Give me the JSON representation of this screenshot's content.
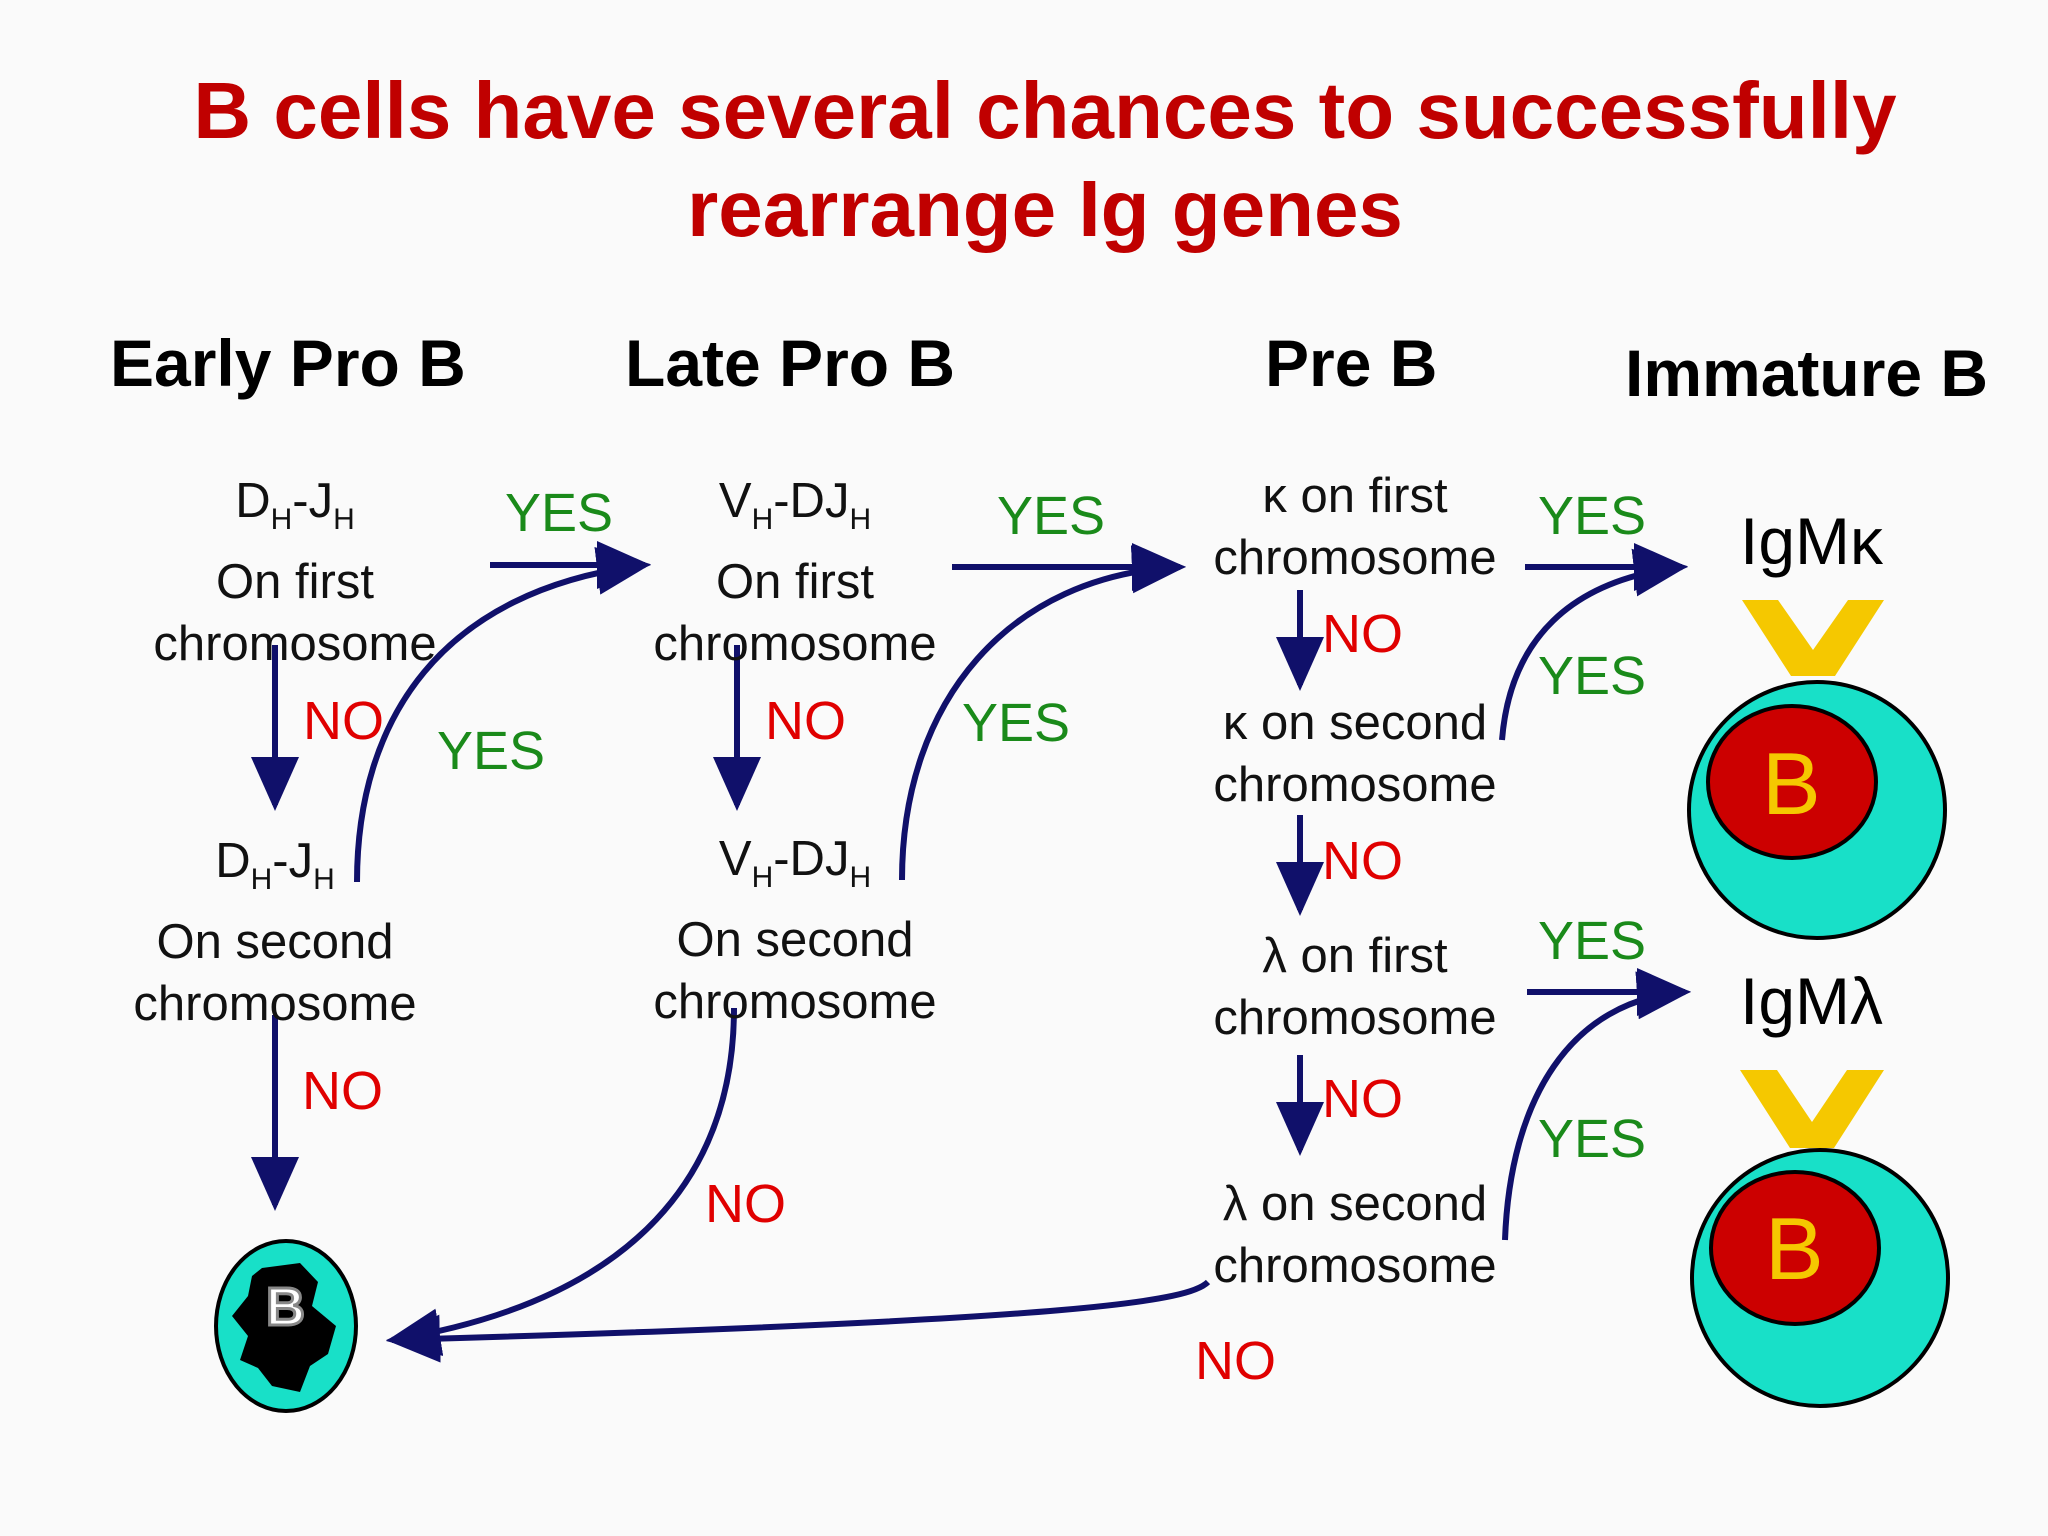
{
  "title": {
    "line1": "B cells have several chances to successfully",
    "line2": "rearrange Ig genes"
  },
  "stages": {
    "early_pro_b": "Early Pro B",
    "late_pro_b": "Late Pro B",
    "pre_b": "Pre B",
    "immature_b": "Immature B"
  },
  "nodes": {
    "dh_jh_first": {
      "d": "D",
      "h1": "H",
      "dash": "-J",
      "h2": "H",
      "line2": "On first",
      "line3": "chromosome"
    },
    "dh_jh_second": {
      "d": "D",
      "h1": "H",
      "dash": "-J",
      "h2": "H",
      "line2": "On second",
      "line3": "chromosome"
    },
    "vh_djh_first": {
      "v": "V",
      "h1": "H",
      "dash": "-DJ",
      "h2": "H",
      "line2": "On first",
      "line3": "chromosome"
    },
    "vh_djh_second": {
      "v": "V",
      "h1": "H",
      "dash": "-DJ",
      "h2": "H",
      "line2": "On second",
      "line3": "chromosome"
    },
    "kappa_first": {
      "line1": "κ on first",
      "line2": "chromosome"
    },
    "kappa_second": {
      "line1": "κ on second",
      "line2": "chromosome"
    },
    "lambda_first": {
      "line1": "λ on first",
      "line2": "chromosome"
    },
    "lambda_second": {
      "line1": "λ on second",
      "line2": "chromosome"
    }
  },
  "labels": {
    "yes": "YES",
    "no": "NO"
  },
  "outcomes": {
    "igm_kappa": "IgMκ",
    "igm_lambda": "IgMλ",
    "b_letter": "B"
  },
  "colors": {
    "title": "#c00000",
    "arrow": "#10106a",
    "yes": "#1a8a1a",
    "no": "#e00000",
    "cell_outer": "#18e0c8",
    "cell_nucleus": "#cc0000",
    "b_letter": "#f5c800",
    "receptor": "#f5c800"
  }
}
